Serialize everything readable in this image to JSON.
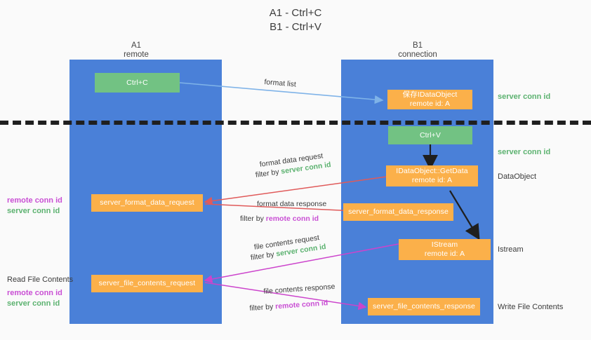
{
  "title": {
    "line1": "A1 - Ctrl+C",
    "line2": "B1 - Ctrl+V"
  },
  "columns": [
    {
      "name": "A1",
      "sub": "remote"
    },
    {
      "name": "B1",
      "sub": "connection"
    }
  ],
  "nodes": {
    "ctrl_c": {
      "label": "Ctrl+C"
    },
    "ctrl_v": {
      "label": "Ctrl+V"
    },
    "save_dataobject": {
      "line1": "保存IDataObject",
      "line2": "remote id: A"
    },
    "getdata": {
      "line1": "IDataObject::GetData",
      "line2": "remote id: A"
    },
    "istream": {
      "line1": "IStream",
      "line2": "remote id: A"
    },
    "server_format_data_request": {
      "label": "server_format_data_request"
    },
    "server_format_data_response": {
      "label": "server_format_data_response"
    },
    "server_file_contents_request": {
      "label": "server_file_contents_request"
    },
    "server_file_contents_response": {
      "label": "server_file_contents_response"
    }
  },
  "right_labels": {
    "server_conn_id_1": "server conn id",
    "server_conn_id_2": "server conn id",
    "dataobject": "DataObject",
    "istream": "Istream",
    "write_file_contents": "Write File Contents"
  },
  "left_labels": {
    "remote_conn_id_1": "remote conn id",
    "server_conn_id_1": "server conn id",
    "read_file_contents": "Read File Contents",
    "remote_conn_id_2": "remote conn id",
    "server_conn_id_2": "server conn id"
  },
  "arrow_labels": {
    "format_list": "format list",
    "format_data_request": "format data request",
    "format_data_request_filter_prefix": "filter by ",
    "format_data_request_filter_value": "server conn id",
    "format_data_response": "format data response",
    "format_data_response_filter_prefix": "filter by ",
    "format_data_response_filter_value": "remote conn id",
    "file_contents_request": "file contents request",
    "file_contents_request_filter_prefix": "filter by ",
    "file_contents_request_filter_value": "server conn id",
    "file_contents_response": "file contents response",
    "file_contents_response_filter_prefix": "filter by ",
    "file_contents_response_filter_value": "remote conn id"
  },
  "colors": {
    "panel": "#4a80d8",
    "green_node": "#72c283",
    "orange_node": "#fbb04a",
    "green_text": "#5cb270",
    "purple_text": "#c94fd4",
    "blue_arrow": "#7fb3e8",
    "red_arrow": "#e05a5a",
    "magenta_arrow": "#cc44cc",
    "black_arrow": "#1f1f1f",
    "background": "#fafafa"
  }
}
